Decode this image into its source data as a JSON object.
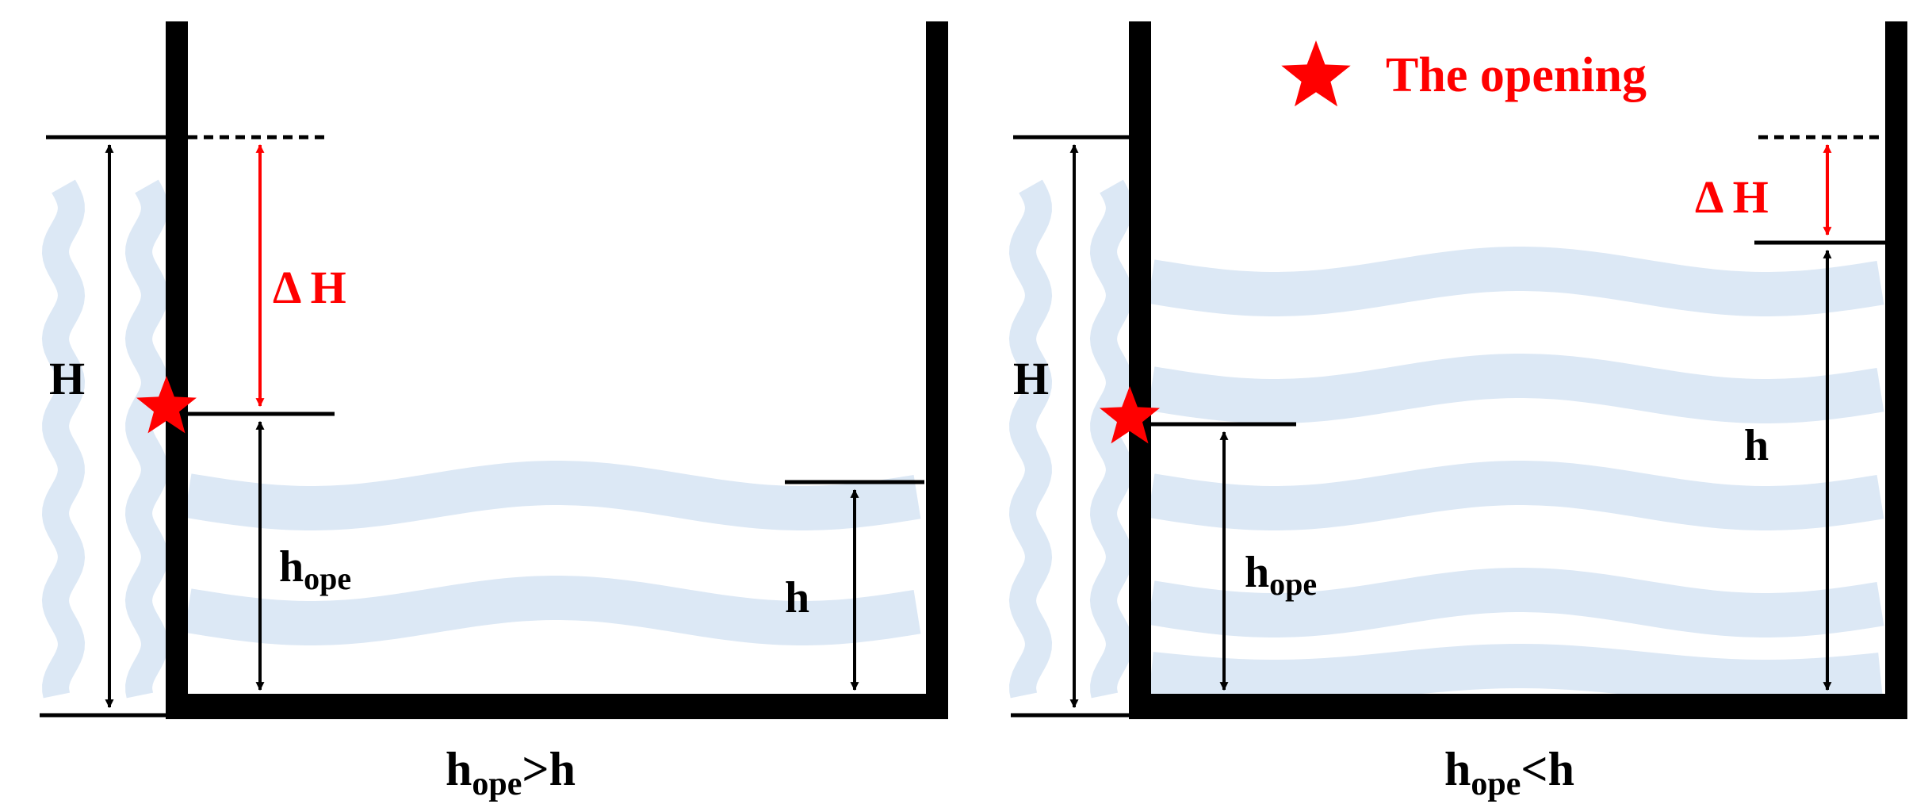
{
  "colors": {
    "wall": "#000000",
    "water": "#dce8f5",
    "accent": "#ff0000",
    "text": "#000000"
  },
  "legend": {
    "marker": "star-icon",
    "label": "The opening"
  },
  "panels": [
    {
      "id": "left",
      "labels": {
        "H": "H",
        "delta_H": "Δ H",
        "h_ope_main": "h",
        "h_ope_sub": "ope",
        "h": "h"
      },
      "caption": {
        "main": "h",
        "sub": "ope",
        "rest": ">h"
      }
    },
    {
      "id": "right",
      "labels": {
        "H": "H",
        "delta_H": "Δ H",
        "h_ope_main": "h",
        "h_ope_sub": "ope",
        "h": "h"
      },
      "caption": {
        "main": "h",
        "sub": "ope",
        "rest": "<h"
      }
    }
  ]
}
